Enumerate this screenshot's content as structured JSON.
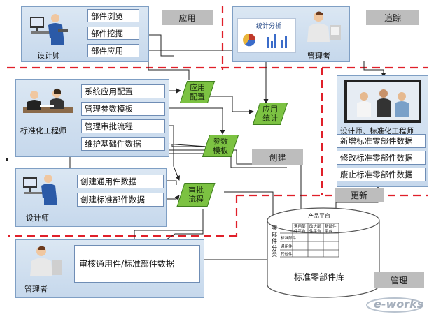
{
  "top_left": {
    "role": "设计师",
    "buttons": [
      "部件浏览",
      "部件挖掘",
      "部件应用"
    ],
    "section_label": "应用"
  },
  "top_right": {
    "role": "管理者",
    "screen_title": "统计分析",
    "section_label": "追踪"
  },
  "engineer_panel": {
    "role": "标准化工程师",
    "buttons": [
      "系统应用配置",
      "管理参数模板",
      "管理审批流程",
      "维护基础件数据"
    ]
  },
  "designer_panel": {
    "role": "设计师",
    "buttons": [
      "创建通用件数据",
      "创建标准部件数据"
    ]
  },
  "manager_panel": {
    "role": "管理者",
    "text": "审核通用件/标准部件数据"
  },
  "right_panel": {
    "caption": "设计师、标准化工程师",
    "buttons": [
      "新增标准零部件数据",
      "修改标准零部件数据",
      "废止标准零部件数据"
    ],
    "section_label": "更新"
  },
  "flows": {
    "app_config": "应用配置",
    "app_stats": "应用统计",
    "param_template": "参数模板",
    "approval_flow": "审批流程"
  },
  "create_label": "创建",
  "manage_label": "管理",
  "database": {
    "name": "标准零部件库",
    "table_title": "产品平台",
    "left_label": "零部件分类",
    "col_headers": [
      "通用部件平台",
      "改进部件平台",
      "新部件平台"
    ],
    "row_headers": [
      "标准部件",
      "通用件",
      "其他件"
    ]
  },
  "watermark": "e-works",
  "colors": {
    "panel": "#c6d8ec",
    "flow_green": "#7cc242",
    "dash_red": "#e0202a",
    "label_gray": "#bdbdbd"
  }
}
